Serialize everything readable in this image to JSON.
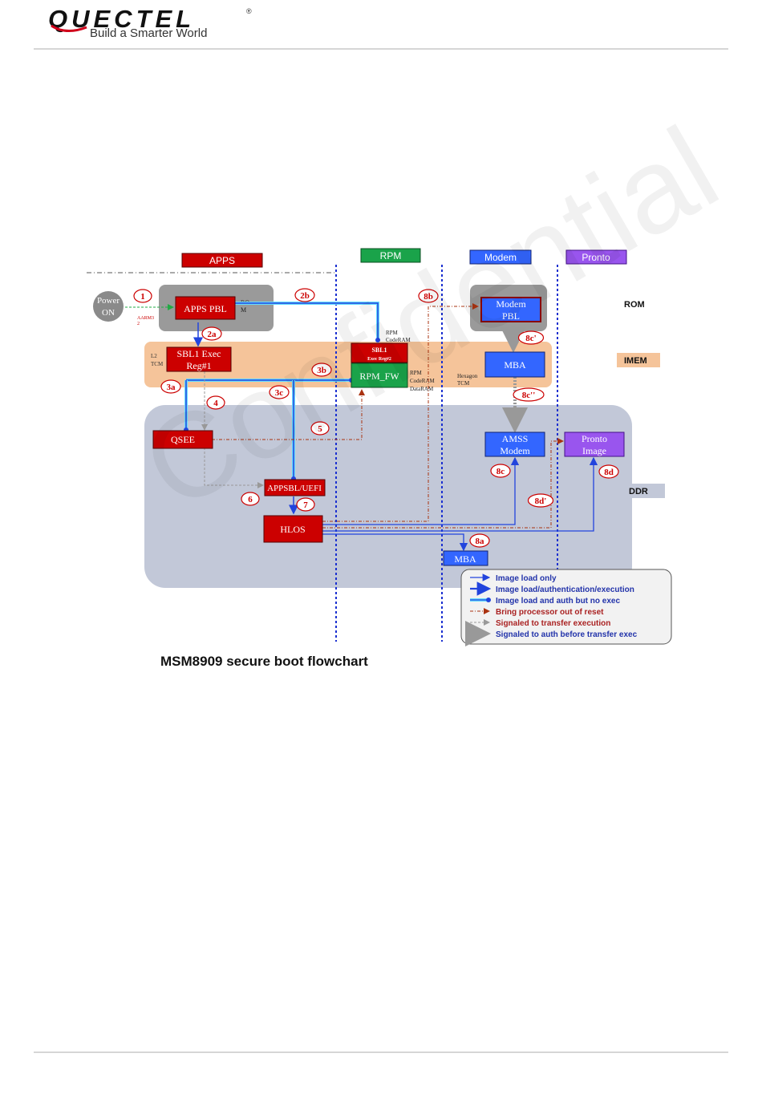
{
  "header": {
    "logo_text": "QUECTEL",
    "logo_reg": "®",
    "tagline": "Build a Smarter World"
  },
  "watermark": "Confidential",
  "diagram": {
    "columns": {
      "apps": "APPS",
      "rpm": "RPM",
      "modem": "Modem",
      "pronto": "Pronto"
    },
    "regions": {
      "rom": "ROM",
      "imem": "IMEM",
      "ddr": "DDR"
    },
    "power_on": [
      "Power",
      "ON"
    ],
    "aarm": [
      "AARM3",
      "2"
    ],
    "rom_label": [
      "RO",
      "M"
    ],
    "l2_tcm": [
      "L2",
      "TCM"
    ],
    "rpm_coderam": [
      "RPM",
      "CodeRAM"
    ],
    "rpm_data": [
      "RPM",
      "CodeRAM",
      "DataRAM"
    ],
    "hexagon_tcm": [
      "Hexagon",
      "TCM"
    ],
    "blocks": {
      "apps_pbl": "APPS PBL",
      "sbl1": [
        "SBL1 Exec",
        "Reg#1"
      ],
      "sbl1_rpm": [
        "SBL1",
        "Exec Reg#2"
      ],
      "rpm_fw": "RPM_FW",
      "modem_pbl": [
        "Modem",
        "PBL"
      ],
      "mba_imem": "MBA",
      "qsee": "QSEE",
      "appsbl": "APPSBL/UEFI",
      "hlos": "HLOS",
      "mba_ddr": "MBA",
      "amss": [
        "AMSS",
        "Modem"
      ],
      "pronto_image": [
        "Pronto",
        "Image"
      ]
    },
    "steps": [
      "1",
      "2a",
      "2b",
      "3a",
      "3b",
      "3c",
      "4",
      "5",
      "6",
      "7",
      "8a",
      "8b",
      "8c",
      "8c'",
      "8c''",
      "8d",
      "8d'"
    ],
    "legend": [
      "Image load only",
      "Image load/authentication/execution",
      "Image load and auth but no exec",
      "Bring processor out of reset",
      "Signaled to transfer execution",
      "Signaled to auth before transfer exec"
    ]
  },
  "caption": "MSM8909 secure boot flowchart",
  "colors": {
    "red": "#cc0000",
    "green": "#1aa34a",
    "blue": "#3366ff",
    "purple": "#9955ee",
    "imem": "#f5c49a",
    "ddr": "#c2c8d8"
  }
}
